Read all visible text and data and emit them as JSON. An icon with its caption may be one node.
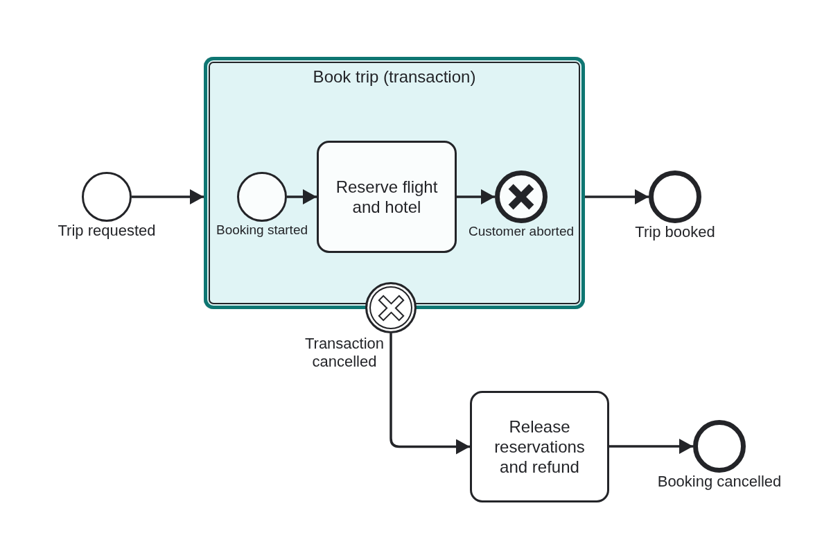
{
  "diagram": {
    "nodes": [
      {
        "text": [
          "Book trip (transaction)"
        ]
      },
      {
        "text": [],
        "shape": "circle",
        "beside": [
          "Trip requested"
        ]
      },
      {
        "text": [],
        "shape": "circle",
        "beside": [
          "Booking started"
        ],
        "in": 0
      },
      {
        "text": [
          "Reserve flight and hotel"
        ],
        "in": 0
      },
      {
        "text": [],
        "shape": "circle",
        "beside": [
          "Customer aborted"
        ],
        "in": 0
      },
      {
        "text": [],
        "shape": "circle",
        "beside": [
          "Trip booked"
        ]
      },
      {
        "text": [],
        "shape": "circle",
        "beside": [
          "Transaction cancelled"
        ]
      },
      {
        "text": [
          "Release reservations and refund"
        ]
      },
      {
        "text": [],
        "shape": "circle",
        "beside": [
          "Booking cancelled"
        ]
      }
    ],
    "edges": [
      {
        "from": 1,
        "to": 0,
        "arrow": "to"
      },
      {
        "from": 2,
        "to": 3,
        "arrow": "to"
      },
      {
        "from": 3,
        "to": 4,
        "arrow": "to"
      },
      {
        "from": 0,
        "to": 5,
        "arrow": "to"
      },
      {
        "from": 6,
        "to": 7,
        "arrow": "to"
      },
      {
        "from": 7,
        "to": 8,
        "arrow": "to"
      }
    ]
  }
}
